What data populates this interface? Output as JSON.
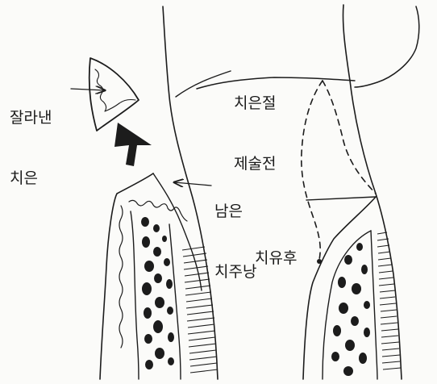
{
  "labels": {
    "cut_gingiva": [
      "잘라낸",
      "치은"
    ],
    "residual_pocket": [
      "남은",
      "치주낭"
    ],
    "before_gingivectomy": [
      "치은절",
      "제술전"
    ],
    "after_healing": [
      "치유후"
    ]
  },
  "colors": {
    "ink": "#1c1c1c",
    "paper": "#fbfbf9"
  }
}
